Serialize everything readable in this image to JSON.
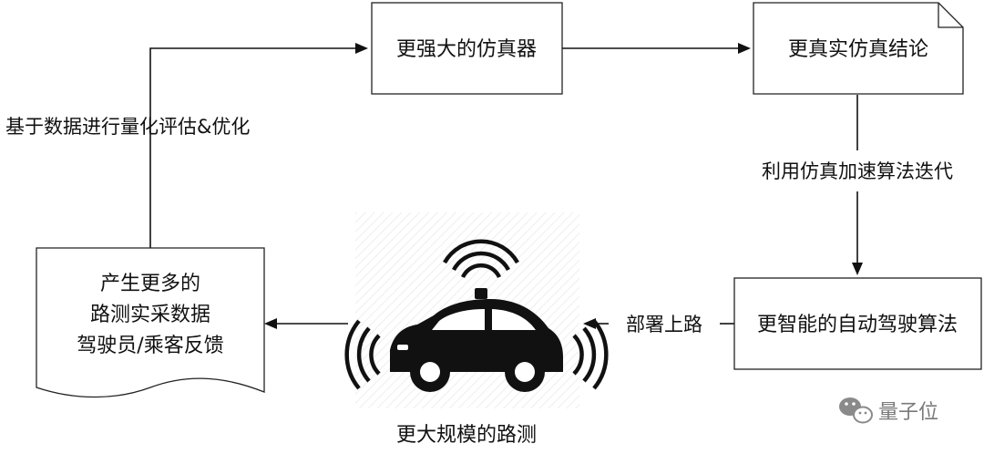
{
  "nodes": {
    "simulator": "更强大的仿真器",
    "sim_conclusion": "更真实仿真结论",
    "algorithm": "更智能的自动驾驶算法",
    "road_test": "更大规模的路测",
    "data": {
      "line1": "产生更多的",
      "line2": "路测实采数据",
      "line3": "驾驶员/乘客反馈"
    }
  },
  "edges": {
    "evaluate": "基于数据进行量化评估&优化",
    "iterate": "利用仿真加速算法迭代",
    "deploy": "部署上路"
  },
  "watermark": {
    "text": "量子位",
    "icon": "wechat-icon"
  },
  "illustration": {
    "icon": "self-driving-car-icon"
  },
  "colors": {
    "stroke": "#222222",
    "text": "#111111",
    "watermark": "#7a7a7a",
    "hatch": "#eeeeee"
  }
}
